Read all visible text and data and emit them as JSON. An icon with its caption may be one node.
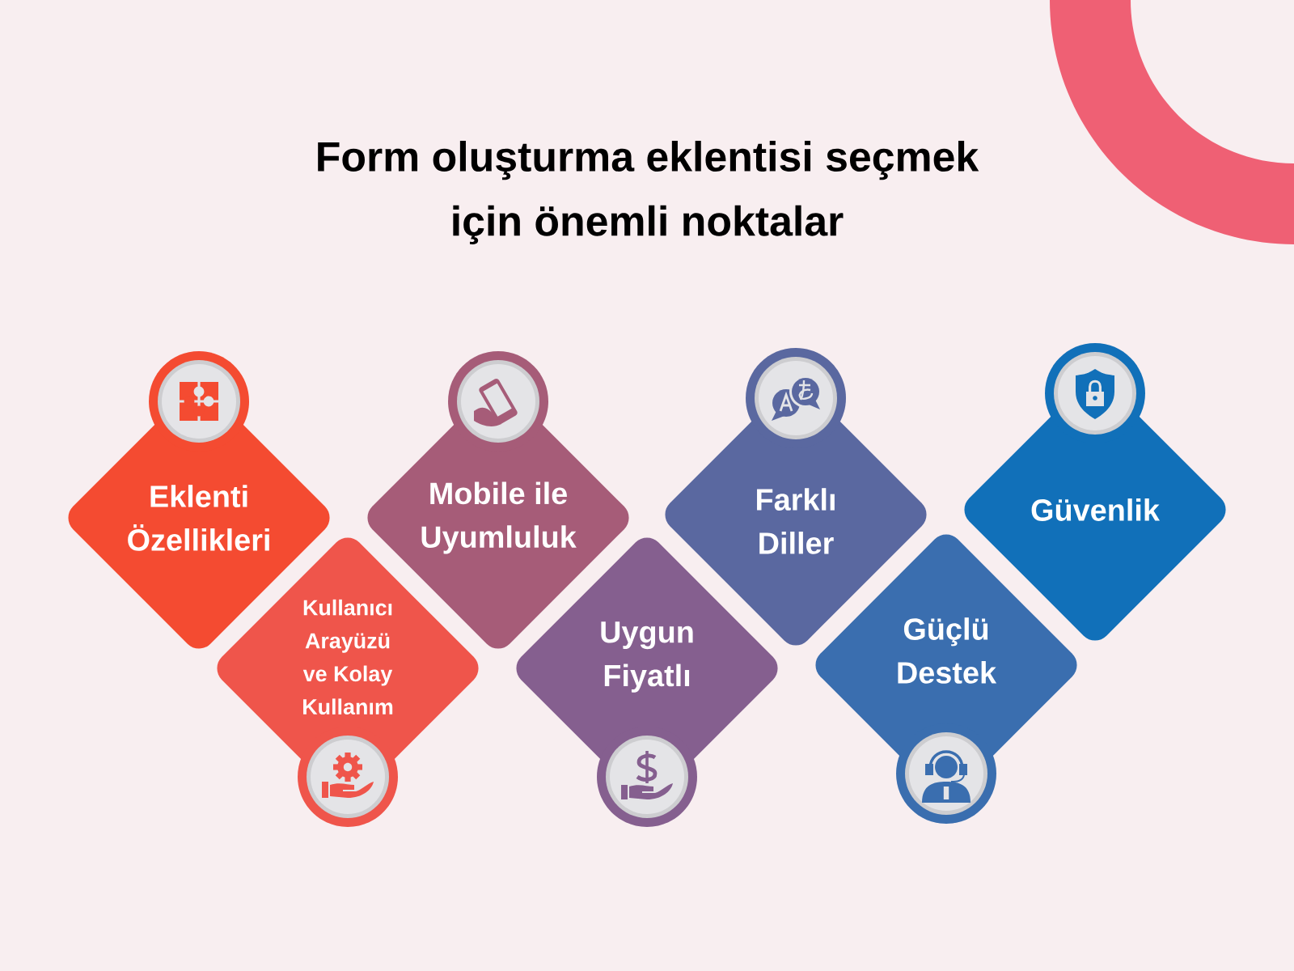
{
  "diagram": {
    "title": "Form oluşturma eklentisi seçmek için önemli noktalar",
    "nodes": [
      {
        "text": [
          "Eklenti Özellikleri"
        ]
      },
      {
        "text": [
          "Kullanıcı Arayüzü ve Kolay Kullanım"
        ]
      },
      {
        "text": [
          "Mobile ile Uyumluluk"
        ]
      },
      {
        "text": [
          "Uygun Fiyatlı"
        ]
      },
      {
        "text": [
          "Farklı Diller"
        ]
      },
      {
        "text": [
          "Güçlü Destek"
        ]
      },
      {
        "text": [
          "Güvenlik"
        ]
      }
    ]
  }
}
